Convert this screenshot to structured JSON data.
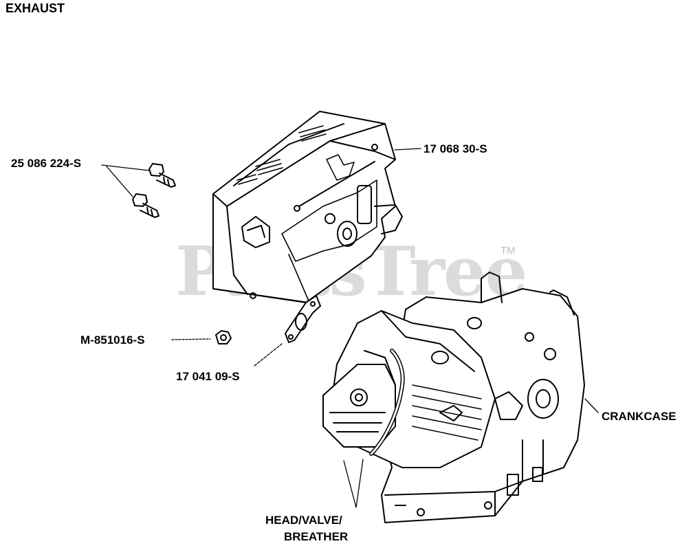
{
  "title": "EXHAUST",
  "watermark": {
    "text": "PartsTree",
    "trademark": "TM"
  },
  "callouts": {
    "heat_shield": "17 068 30-S",
    "screws": "25 086 224-S",
    "nut": "M-851016-S",
    "gasket": "17 041 09-S",
    "crankcase": "CRANKCASE",
    "head_valve_line1": "HEAD/VALVE/",
    "head_valve_line2": "BREATHER"
  },
  "colors": {
    "line": "#000000",
    "watermark": "#cfcfcf",
    "background": "#ffffff"
  }
}
